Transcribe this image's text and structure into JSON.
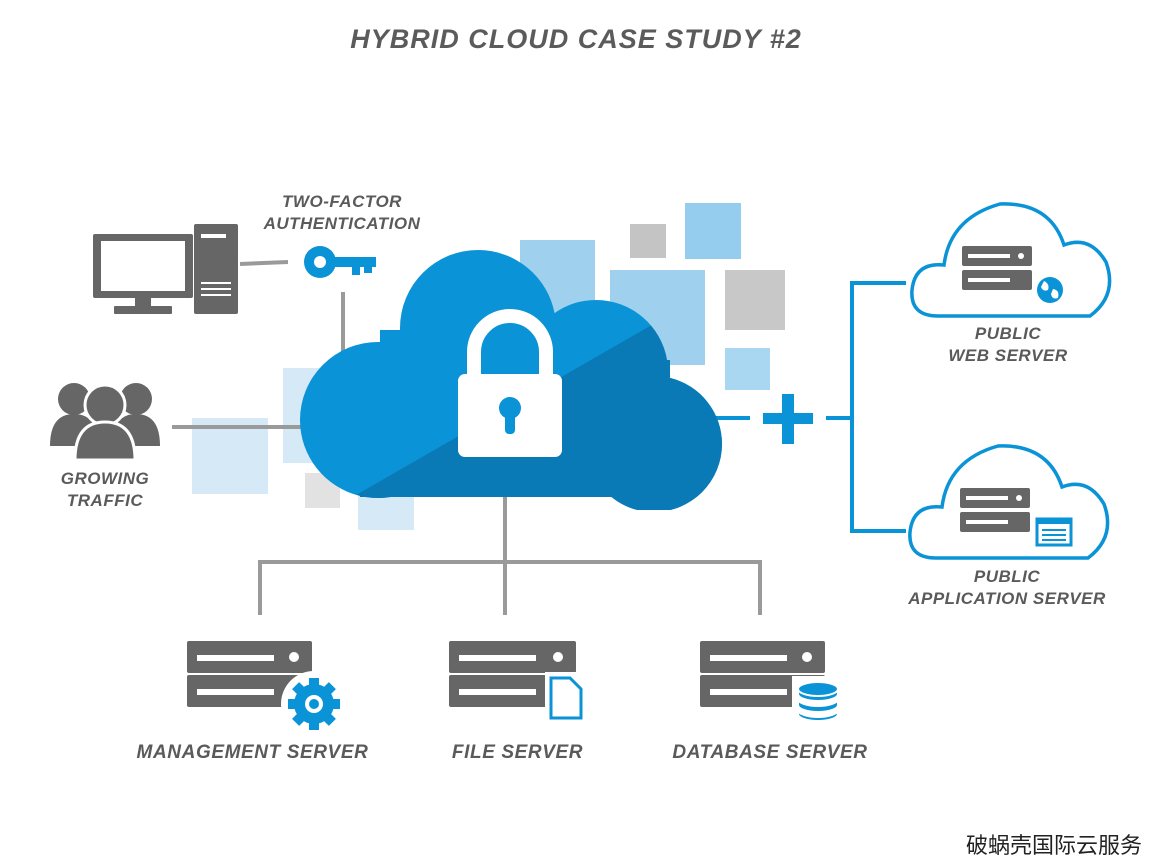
{
  "title": "HYBRID CLOUD CASE STUDY #2",
  "labels": {
    "two_factor_line1": "TWO-FACTOR",
    "two_factor_line2": "AUTHENTICATION",
    "growing_line1": "GROWING",
    "growing_line2": "TRAFFIC",
    "public_web_line1": "PUBLIC",
    "public_web_line2": "WEB SERVER",
    "public_app_line1": "PUBLIC",
    "public_app_line2": "APPLICATION SERVER",
    "management_server": "MANAGEMENT SERVER",
    "file_server": "FILE SERVER",
    "database_server": "DATABASE SERVER"
  },
  "watermark": "破蜗壳国际云服务",
  "colors": {
    "blue": "#0a93d6",
    "blue_dark": "#0a7ab6",
    "gray": "#666666",
    "line_gray": "#9a9a9a",
    "text_gray": "#5a5a5a"
  }
}
